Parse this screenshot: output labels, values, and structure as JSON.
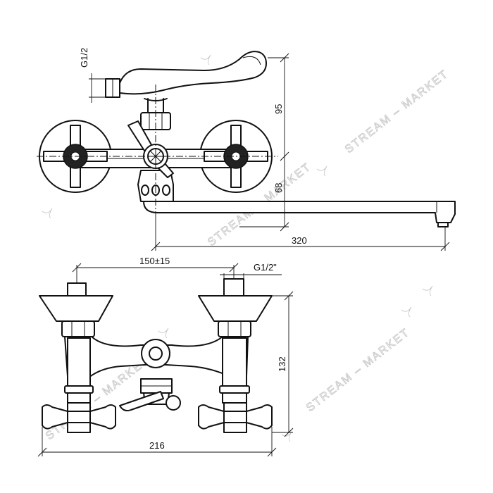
{
  "dimensions": {
    "inlet_thread_top": "G1/2",
    "height_spout_upper": "95",
    "height_spout_lower": "68",
    "spout_reach": "320",
    "inlet_spacing": "150±15",
    "inlet_thread_bottom": "G1/2\"",
    "body_height": "132",
    "overall_width": "216"
  },
  "watermark": {
    "text": "STREAM – MARKET"
  },
  "colors": {
    "line": "#111111",
    "watermark": "#c4c4c4",
    "background": "#ffffff"
  }
}
